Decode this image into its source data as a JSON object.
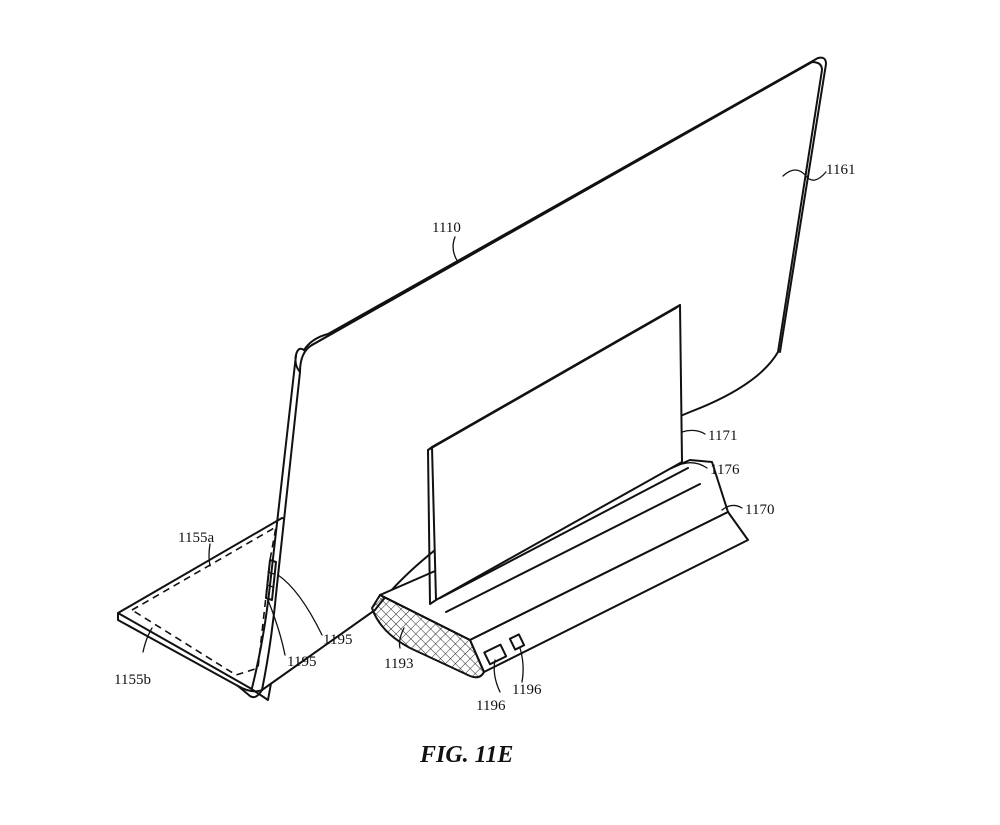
{
  "figure": {
    "caption": "FIG. 11E",
    "labels": {
      "l1110": "1110",
      "l1161": "1161",
      "l1171": "1171",
      "l1176": "1176",
      "l1170": "1170",
      "l1155a": "1155a",
      "l1155b": "1155b",
      "l1195a": "1195",
      "l1195b": "1195",
      "l1193": "1193",
      "l1196a": "1196",
      "l1196b": "1196"
    }
  }
}
